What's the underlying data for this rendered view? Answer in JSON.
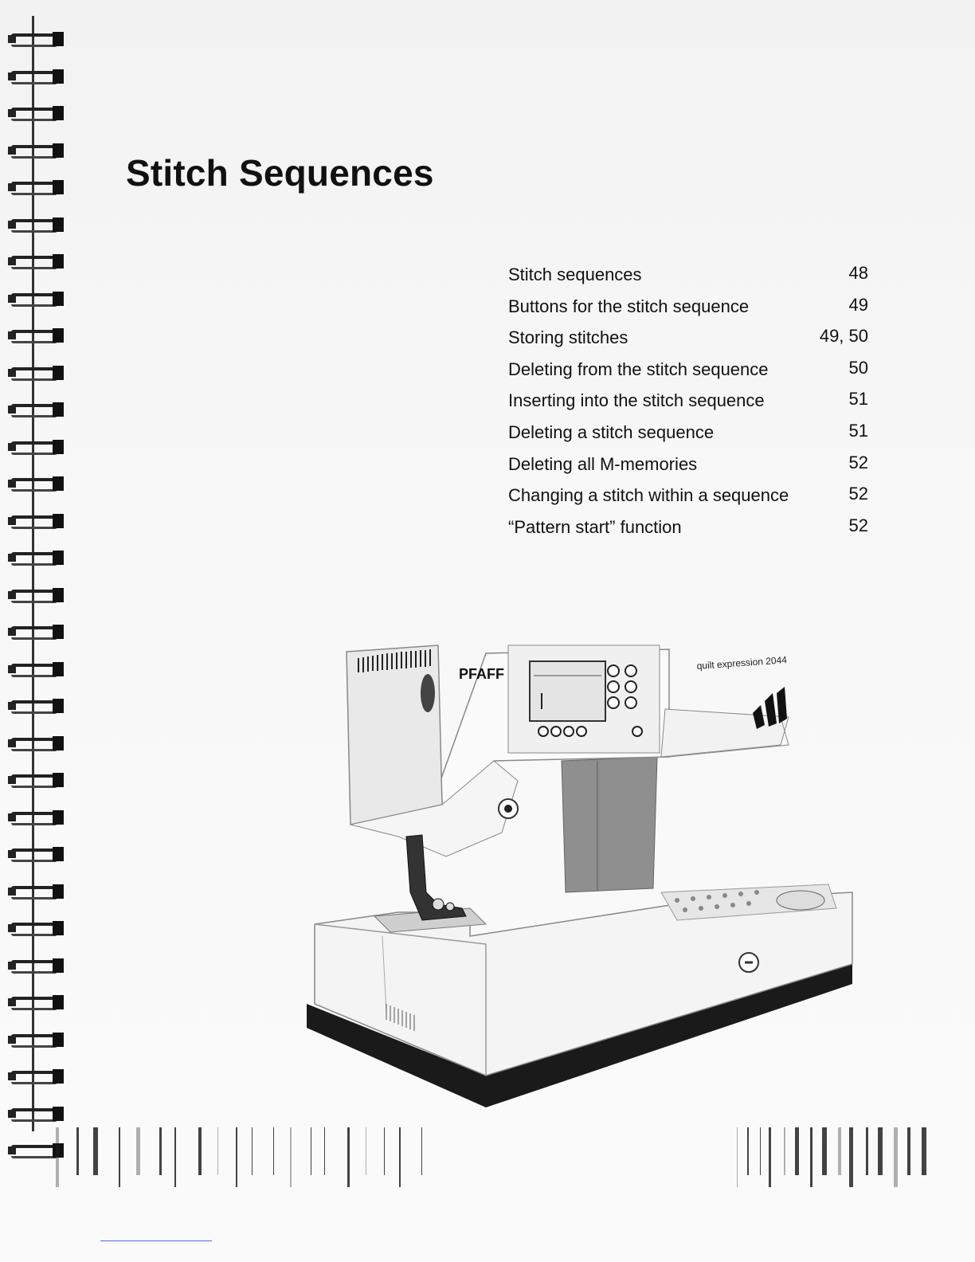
{
  "page": {
    "title": "Stitch Sequences"
  },
  "toc": [
    {
      "label": "Stitch sequences",
      "page": "48"
    },
    {
      "label": "Buttons for the stitch sequence",
      "page": "49"
    },
    {
      "label": "Storing stitches",
      "page": "49, 50"
    },
    {
      "label": "Deleting from the stitch sequence",
      "page": "50"
    },
    {
      "label": "Inserting into the stitch sequence",
      "page": "51"
    },
    {
      "label": "Deleting a stitch sequence",
      "page": "51"
    },
    {
      "label": "Deleting all M-memories",
      "page": "52"
    },
    {
      "label": "Changing a stitch within a sequence",
      "page": "52"
    },
    {
      "label": "“Pattern start” function",
      "page": "52"
    }
  ],
  "machine": {
    "brand": "PFAFF",
    "model": "quilt expression 2044"
  }
}
